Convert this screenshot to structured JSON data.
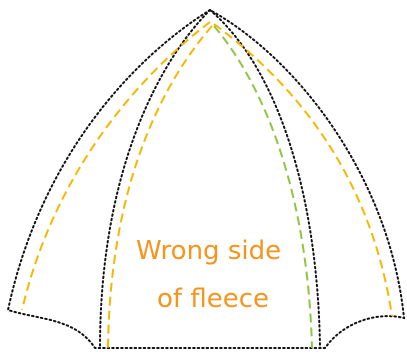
{
  "diagram": {
    "label_lines": [
      "Wrong side",
      "of fleece"
    ],
    "colors": {
      "label_text": "#f7941d",
      "outline": "#111111",
      "seam_primary": "#f5b800",
      "seam_center": "#8dc63f"
    },
    "line_styles": {
      "outline": "dotted",
      "seams": "dashed"
    }
  }
}
